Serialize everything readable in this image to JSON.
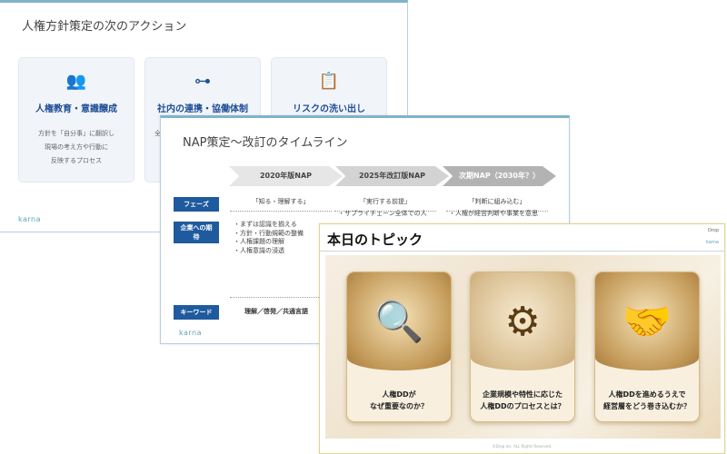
{
  "slide1": {
    "title": "人権方針策定の次のアクション",
    "cards": [
      {
        "icon": "people-gear-icon",
        "title": "人権教育・意識醸成",
        "body": [
          "方針を「自分事」に翻訳し",
          "現場の考え方や行動に",
          "反映するプロセス"
        ]
      },
      {
        "icon": "org-chart-icon",
        "title": "社内の連携・協働体制",
        "body": [
          "全"
        ]
      },
      {
        "icon": "clipboard-check-icon",
        "title": "リスクの洗い出し",
        "body": []
      }
    ],
    "logo": "karna"
  },
  "slide2": {
    "title": "NAP策定〜改訂のタイムライン",
    "columns": [
      "2020年版NAP",
      "2025年改訂版NAP",
      "次期NAP（2030年？）"
    ],
    "row_labels": {
      "phase": "フェーズ",
      "expectation": "企業への期待",
      "keyword": "キーワード"
    },
    "phases": [
      "「知る・理解する」",
      "「実行する前提」",
      "「判断に組み込む」"
    ],
    "expectations": [
      [
        "・まずは認識を揃える",
        "・方針・行動規範の整備",
        "・人権課題の理解",
        "・人権意識の浸透"
      ],
      [
        "・サプライチェーン全体での人"
      ],
      [
        "・人権が経営判断や事業を意思"
      ]
    ],
    "keywords": [
      "理解／啓発／共通言語"
    ],
    "logo": "karna"
  },
  "slide3": {
    "title": "本日のトピック",
    "logos": [
      "Drop",
      "karna"
    ],
    "topics": [
      {
        "icon": "person-search-question-icon",
        "text": [
          "人権DDが",
          "なぜ重要なのか？"
        ]
      },
      {
        "icon": "gears-flowchart-buildings-icon",
        "text": [
          "企業規模や特性に応じた",
          "人権DDのプロセスとは？"
        ]
      },
      {
        "icon": "handshake-meeting-icon",
        "text": [
          "人権DDを進めるうえで",
          "経営層をどう巻き込むか？"
        ]
      }
    ],
    "footer": "©Drop Inc. ALL Rights Reserved."
  },
  "colors": {
    "accent_blue": "#1f5a9e",
    "slide_border": "#7fb3cc",
    "gold": "#c49b5a"
  }
}
